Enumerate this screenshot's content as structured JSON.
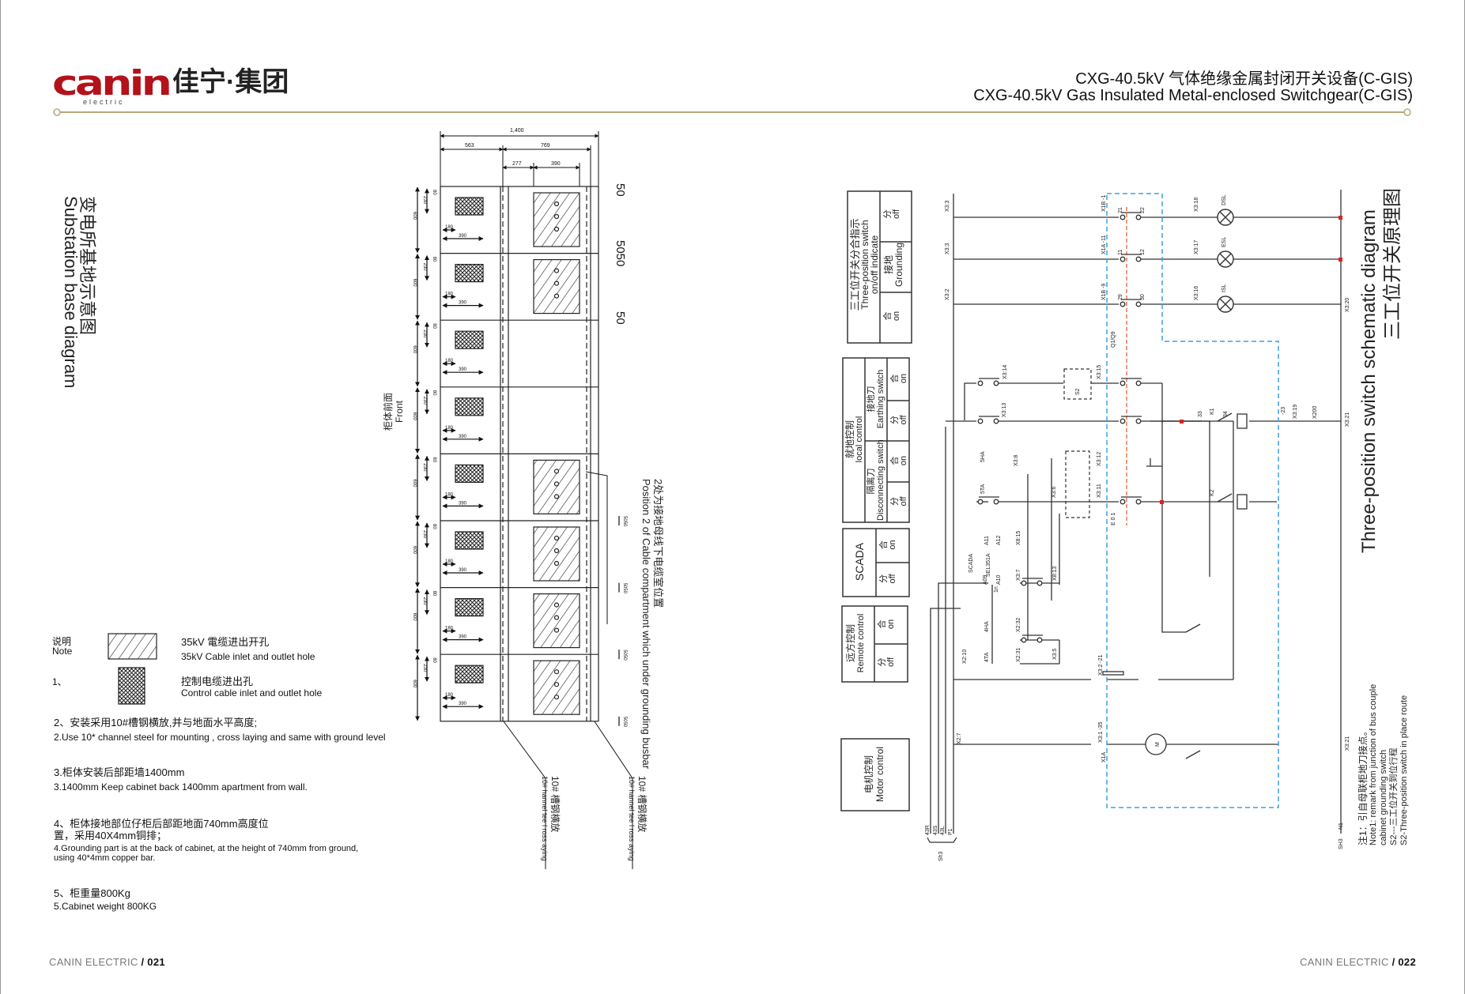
{
  "header": {
    "logo_text": "canin",
    "logo_sub": "electric",
    "logo_cn": "佳宁·集团",
    "title_cn": "CXG-40.5kV  气体绝缘金属封闭开关设备(C-GIS)",
    "title_en": "CXG-40.5kV  Gas Insulated Metal-enclosed Switchgear(C-GIS)"
  },
  "colors": {
    "accent_line": "#b9a77a",
    "logo_red": "#b3121b",
    "blue_dash": "#3aa0e0",
    "red_dash": "#e0603a"
  },
  "left_page": {
    "title_cn": "变电所基地示意图",
    "title_en": "Substation base diagram",
    "front_cn": "柜体前面",
    "front_en": "Front",
    "dims": {
      "d1400": "1,400",
      "d563": "563",
      "d769": "769",
      "d277": "277",
      "d390": "390",
      "d600": "600",
      "d230": "230",
      "d80": "80",
      "d180": "180",
      "d390b": "390",
      "d50": "50",
      "d5050": "5050"
    },
    "position_label_cn": "2处为接地母线下电缆室位置",
    "position_label_en": "Position 2 of Cable compartment which under grounding busbar",
    "channel_cn": "10# 槽钢横放",
    "channel_en": "10#  hannel  tee l  ross  aying",
    "notes": {
      "note_cn": "说明",
      "note_en": "Note",
      "n1_num": "1、",
      "hv_cn": "35kV    電缆进出开孔",
      "hv_en": "35kV Cable inlet and outlet hole",
      "ctrl_cn": "控制电缆进出孔",
      "ctrl_en": "Control cable inlet and outlet hole",
      "n2_cn": "2、安装采用10#槽钢横放,并与地面水平高度;",
      "n2_en": "2.Use 10* channel steel for mounting , cross laying and  same with ground level",
      "n3_cn": "3.柜体安装后部距墙1400mm",
      "n3_en": "3.1400mm   Keep cabinet back 1400mm apartment from wall.",
      "n4_cn1": "4、柜体接地部位仔柜后部距地面740mm高度位",
      "n4_cn2": "置，采用40X4mm铜排；",
      "n4_en1": "4.Grounding part is at the back of cabinet, at the height of 740mm from ground,",
      "n4_en2": "using 40*4mm copper bar.",
      "n5_cn": "5、柜重量800Kg",
      "n5_en": "5.Cabinet weight 800KG"
    },
    "footer_brand": "CANIN ELECTRIC",
    "footer_page": "/ 021"
  },
  "right_page": {
    "title_en": "Three-position switch schematic diagram",
    "title_cn": "三工位开关原理图",
    "indicator_box": {
      "title_cn": "三工位开关分合指示",
      "title_en1": "Three-position switch",
      "title_en2": "on/off indicate",
      "off": "分\noff",
      "off_cn": "分",
      "off_en": "off",
      "grounding_cn": "接地",
      "grounding_en": "Grounding",
      "on_cn": "合",
      "on_en": "on"
    },
    "local_box": {
      "title_cn": "就地控制",
      "title_en": "local control",
      "earth_cn": "接地刀",
      "earth_en": "Earthing switch",
      "disc_cn": "隔离刀",
      "disc_en": "Disconnecting switch",
      "on_cn": "合",
      "on_en": "on",
      "off_cn": "分",
      "off_en": "off"
    },
    "scada_box": {
      "title": "SCADA",
      "on_cn": "合",
      "on_en": "on",
      "off_cn": "分",
      "off_en": "off"
    },
    "remote_box": {
      "title_cn": "远方控制",
      "title_en": "Remote control",
      "on_cn": "合",
      "on_en": "on",
      "off_cn": "分",
      "off_en": "off"
    },
    "motor_box": {
      "title_cn": "电机控制",
      "title_en": "Motor control"
    },
    "terminals": {
      "x33a": "X3:3",
      "x33b": "X3:3",
      "x32": "X3:2",
      "x1b1": "X1B -1",
      "x1a11": "X1A -11",
      "x1b9": "X1B -9",
      "c21": "21",
      "c22": "22",
      "c11": "11",
      "c12": "12",
      "c29": "29",
      "c30": "30",
      "q": "Q1/Q9",
      "x318": "X3:18",
      "x317": "X3:17",
      "x316": "X3:16",
      "dsl": "DSL",
      "esl": "ESL",
      "isl": "ISL",
      "x320": "X3:20",
      "x321a": "X3:21",
      "x321b": "X3:21",
      "x314": "X3:14",
      "x313": "X3:13",
      "x38": "X3:8",
      "x36": "X3:6",
      "x315": "X3:15",
      "x312": "X3:12",
      "x311": "X3:11",
      "sha": "5HA",
      "sta": "5TA",
      "s2": "S2",
      "eo1": "E 0 1",
      "k1": "K1",
      "k2": "K2",
      "x319": "X3:19",
      "x200": "X200",
      "c33": "33",
      "c34": "34",
      "c23": "-23",
      "scada": "SCADA",
      "sel": "SEL351A",
      "a09": "A09",
      "a10": "A10",
      "a11": "A11",
      "a12": "A12",
      "n1n": "1n",
      "x815": "X8:15",
      "x813": "X8:13",
      "x37": "X3:7",
      "x35": "X3:5",
      "x232": "X2:32",
      "x231": "X2:31",
      "x210": "X2:10",
      "hha": "4HA",
      "hta": "4TA",
      "x27": "X2:7",
      "x322": "X3:2  -21",
      "x31": "X3:1  -35",
      "x1a": "X1A",
      "m": "M",
      "w43r": "43R",
      "w43s": "43S",
      "w43l": "43L",
      "wp1": "P1",
      "sh3": "Sh3",
      "sh3b": "SH3",
      "n1": "N1"
    },
    "notes": {
      "n1_cn": "注1：引自母联柜地刀接点。",
      "n1_en1": "Note1: remark from junction of bus couple",
      "n1_en2": "cabinet grounding switch",
      "s2_cn": "S2---三工位开关到位行程",
      "s2_en": "S2-Three-position switch in place route"
    },
    "footer_brand": "CANIN ELECTRIC",
    "footer_page": "/ 022"
  }
}
